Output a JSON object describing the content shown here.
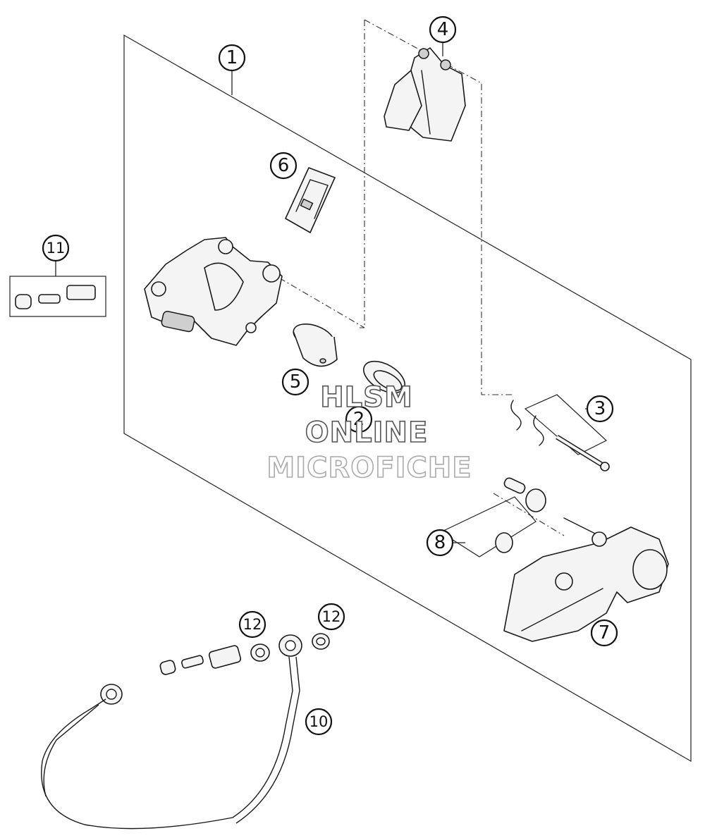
{
  "diagram": {
    "callouts": [
      {
        "label": "1"
      },
      {
        "label": "2"
      },
      {
        "label": "3"
      },
      {
        "label": "4"
      },
      {
        "label": "5"
      },
      {
        "label": "6"
      },
      {
        "label": "7"
      },
      {
        "label": "8"
      },
      {
        "label": "10"
      },
      {
        "label": "11"
      },
      {
        "label": "12"
      },
      {
        "label": "12"
      }
    ]
  },
  "watermark": {
    "line1": "HLSM",
    "line2": "ONLINE",
    "line3": "MICROFICHE"
  }
}
